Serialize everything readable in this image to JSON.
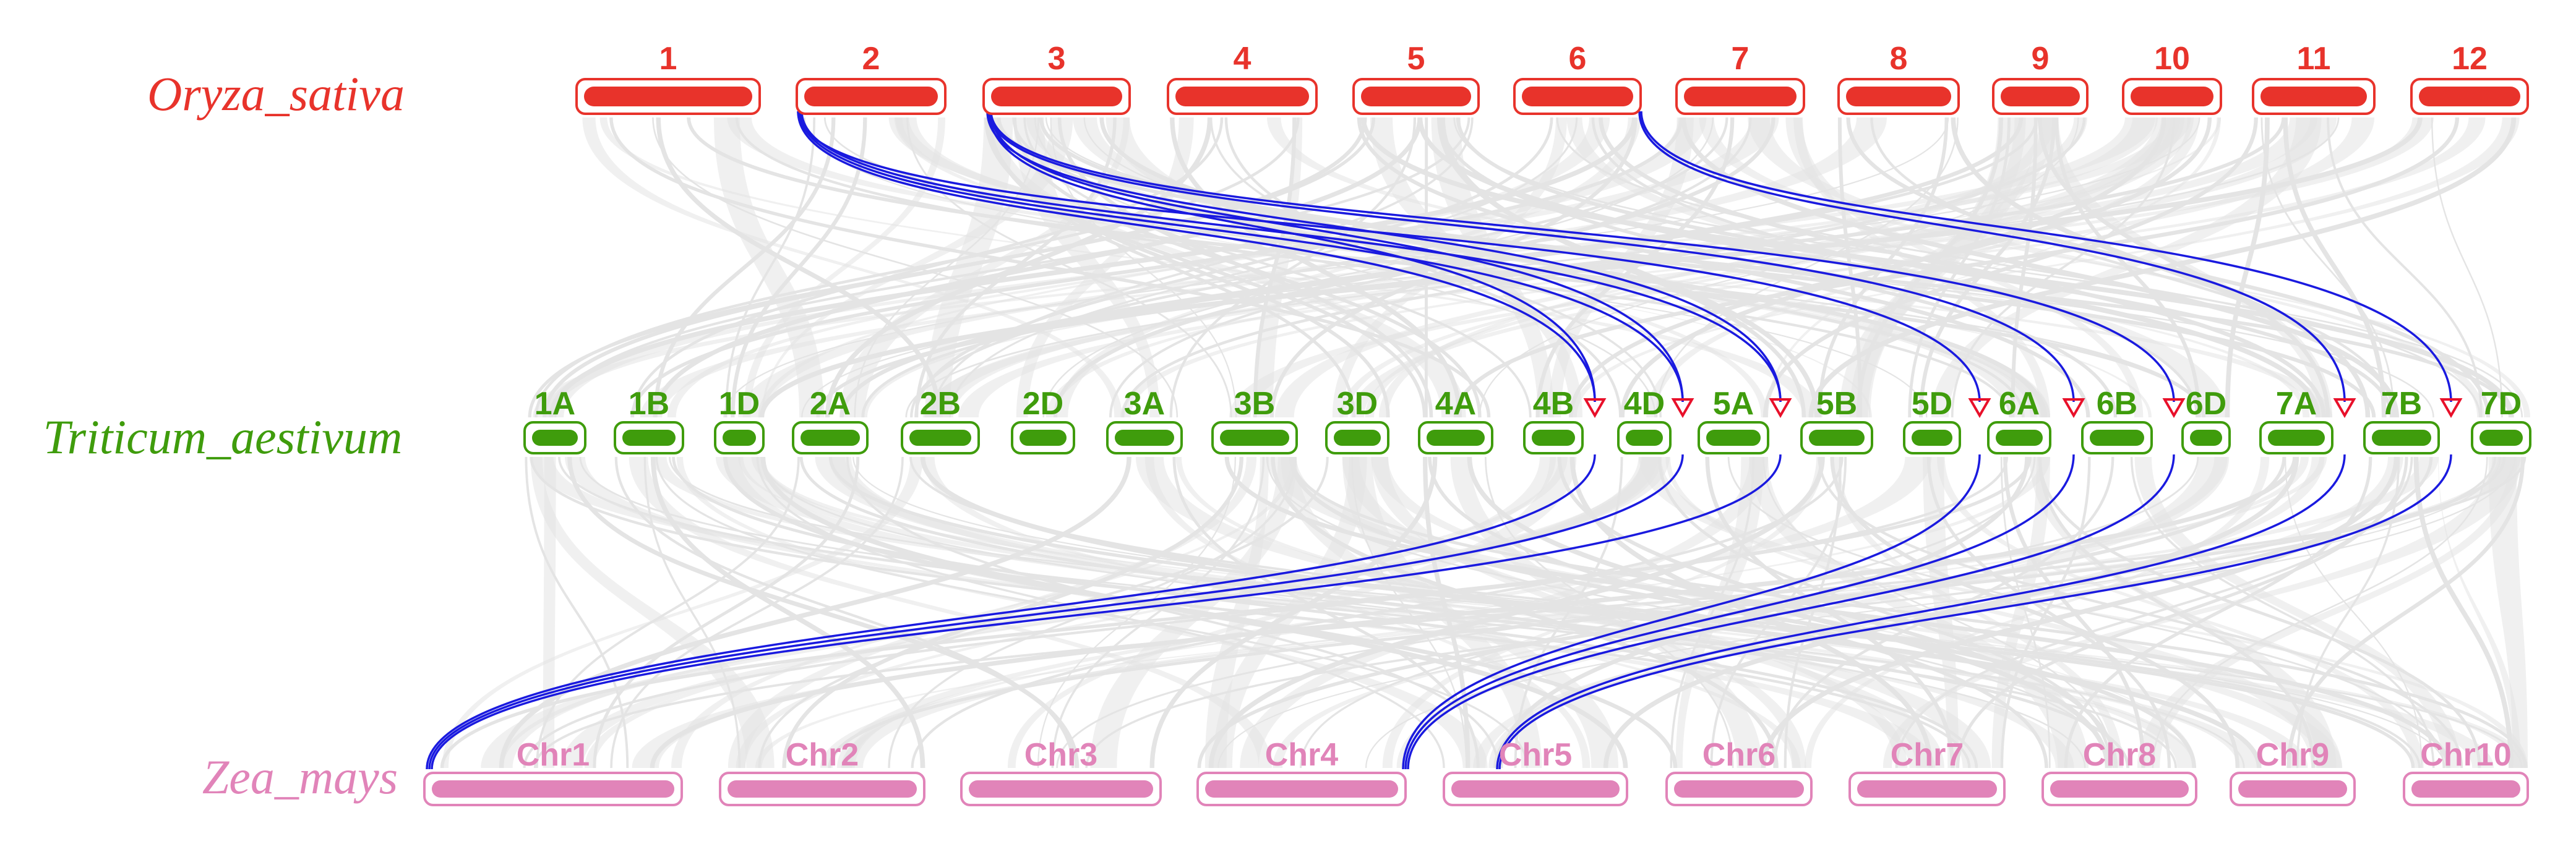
{
  "colors": {
    "background_links": "#e4e4e4",
    "highlight_links": "#1a1adf",
    "marker": "#e8102a",
    "oryza": "#e8332b",
    "triticum": "#3f9c0c",
    "zea": "#e184b9"
  },
  "species": [
    {
      "key": "oryza",
      "name": "Oryza_sativa",
      "chromosomes": [
        "1",
        "2",
        "3",
        "4",
        "5",
        "6",
        "7",
        "8",
        "9",
        "10",
        "11",
        "12"
      ]
    },
    {
      "key": "triticum",
      "name": "Triticum_aestivum",
      "chromosomes": [
        "1A",
        "1B",
        "1D",
        "2A",
        "2B",
        "2D",
        "3A",
        "3B",
        "3D",
        "4A",
        "4B",
        "4D",
        "5A",
        "5B",
        "5D",
        "6A",
        "6B",
        "6D",
        "7A",
        "7B",
        "7D"
      ]
    },
    {
      "key": "zea",
      "name": "Zea_mays",
      "chromosomes": [
        "Chr1",
        "Chr2",
        "Chr3",
        "Chr4",
        "Chr5",
        "Chr6",
        "Chr7",
        "Chr8",
        "Chr9",
        "Chr10"
      ]
    }
  ],
  "markers_on": [
    "4B",
    "4D",
    "5A",
    "6A",
    "6B",
    "6D",
    "7A",
    "7B"
  ],
  "highlighted_links": {
    "oryza_to_triticum": [
      {
        "from": "2",
        "to": "4B"
      },
      {
        "from": "2",
        "to": "4D"
      },
      {
        "from": "2",
        "to": "5A"
      },
      {
        "from": "2",
        "to": "6A"
      },
      {
        "from": "3",
        "to": "4B"
      },
      {
        "from": "3",
        "to": "4D"
      },
      {
        "from": "3",
        "to": "5A"
      },
      {
        "from": "3",
        "to": "6B"
      },
      {
        "from": "3",
        "to": "6D"
      },
      {
        "from": "6",
        "to": "7A"
      },
      {
        "from": "6",
        "to": "7B"
      }
    ],
    "triticum_to_zea": [
      {
        "from": "4B",
        "to": "Chr1"
      },
      {
        "from": "4D",
        "to": "Chr1"
      },
      {
        "from": "5A",
        "to": "Chr1"
      },
      {
        "from": "6A",
        "to": "Chr4"
      },
      {
        "from": "6B",
        "to": "Chr4"
      },
      {
        "from": "6D",
        "to": "Chr4"
      },
      {
        "from": "7A",
        "to": "Chr5"
      },
      {
        "from": "7B",
        "to": "Chr5"
      }
    ]
  }
}
